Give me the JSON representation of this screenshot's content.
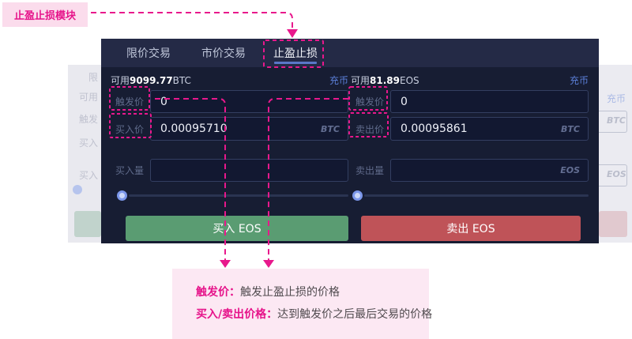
{
  "annotations": {
    "module_label": "止盈止损模块",
    "note_line1_term": "触发价：",
    "note_line1_desc": "触发止盈止损的价格",
    "note_line2_term": "买入/卖出价格：",
    "note_line2_desc": "达到触发价之后最后交易的价格",
    "accent_color": "#e8188c",
    "box_bg_color": "#fce8f3"
  },
  "panel": {
    "tabs": [
      {
        "label": "限价交易",
        "active": false
      },
      {
        "label": "市价交易",
        "active": false
      },
      {
        "label": "止盈止损",
        "active": true
      }
    ],
    "active_tab_underline_color": "#5a77c7",
    "buy": {
      "available_prefix": "可用",
      "available_amount": "9099.77",
      "available_unit": "BTC",
      "recharge_link": "充币",
      "trigger_label": "触发价",
      "trigger_value": "0",
      "price_label": "买入价",
      "price_value": "0.00095710",
      "price_unit": "BTC",
      "amount_label": "买入量",
      "amount_value": "",
      "button_label": "买入 EOS",
      "button_color": "#5a9c72"
    },
    "sell": {
      "available_prefix": "可用",
      "available_amount": "81.89",
      "available_unit": "EOS",
      "recharge_link": "充币",
      "trigger_label": "触发价",
      "trigger_value": "0",
      "price_label": "卖出价",
      "price_value": "0.00095861",
      "price_unit": "BTC",
      "amount_label": "卖出量",
      "amount_value": "",
      "amount_unit": "EOS",
      "button_label": "卖出 EOS",
      "button_color": "#bf5358"
    },
    "link_color": "#5b7fd8"
  },
  "background": {
    "left_tab_fragment": "限",
    "left_texts": [
      "可用",
      "触发",
      "买入",
      "买入"
    ],
    "right_recharge": "充币",
    "right_btc": "BTC",
    "right_eos": "EOS"
  }
}
